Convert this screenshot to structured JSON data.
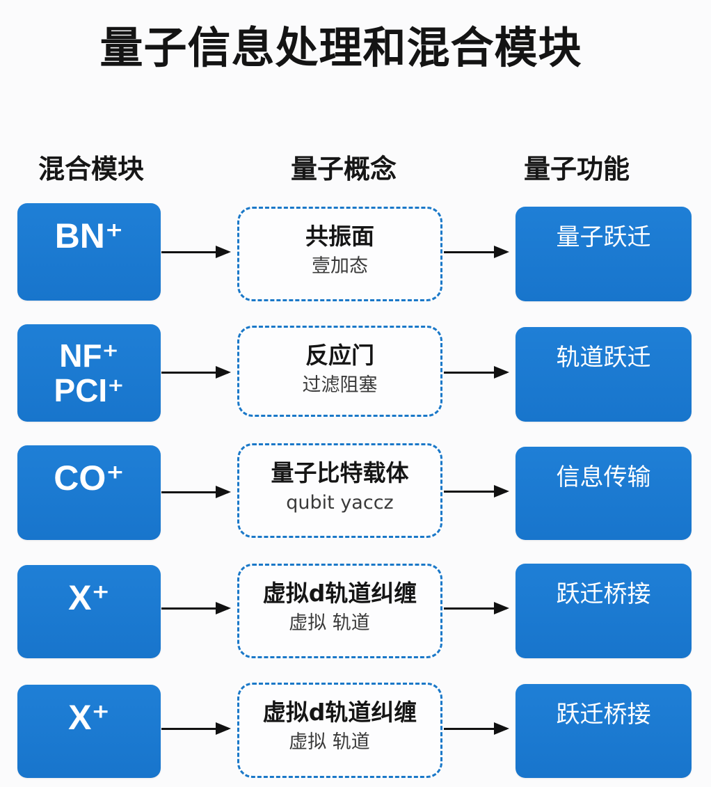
{
  "title": "量子信息处理和混合模块",
  "headers": {
    "left": "混合模块",
    "middle": "量子概念",
    "right": "量子功能"
  },
  "colors": {
    "module_fill": "#1a79d0",
    "concept_border": "#1a78c8",
    "arrow": "#111111",
    "background": "#fbfbfc"
  },
  "rows": [
    {
      "module": "BN⁺",
      "concept": "共振面",
      "concept_sub": "壹加态",
      "function": "量子跃迁"
    },
    {
      "module": "NF⁺\nPCI⁺",
      "concept": "反应门",
      "concept_sub": "过滤阻塞",
      "function": "轨道跃迁"
    },
    {
      "module": "CO⁺",
      "concept": "量子比特载体",
      "concept_sub": "qubit yaccz",
      "function": "信息传输"
    },
    {
      "module": "X⁺",
      "concept": "虚拟d轨道纠缠",
      "concept_sub": "虚拟 轨道",
      "function": "跃迁桥接"
    },
    {
      "module": "X⁺",
      "concept": "虚拟d轨道纠缠",
      "concept_sub": "虚拟 轨道",
      "function": "跃迁桥接"
    }
  ]
}
